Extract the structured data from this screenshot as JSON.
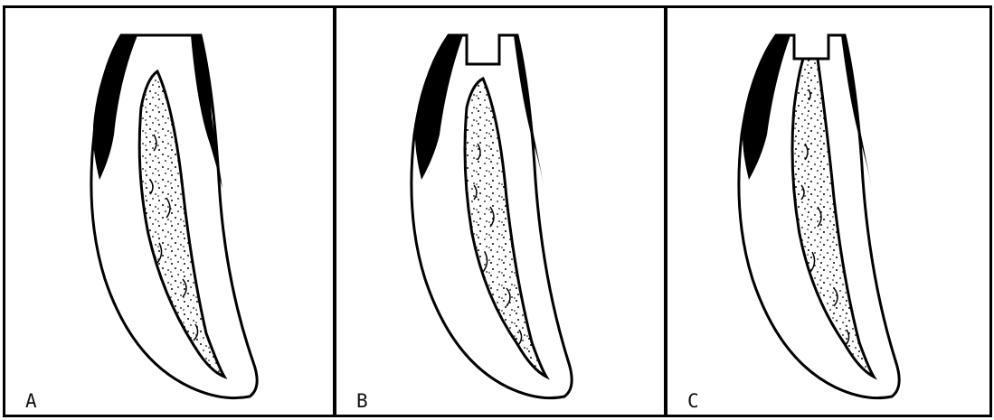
{
  "figure": {
    "panels": [
      {
        "label": "A",
        "stage": "intact"
      },
      {
        "label": "B",
        "stage": "cavity-preparation"
      },
      {
        "label": "C",
        "stage": "pulp-exposure"
      }
    ],
    "colors": {
      "outline": "#000000",
      "enamel": "#000000",
      "pulp_stipple": "#000000",
      "background": "#ffffff"
    }
  }
}
